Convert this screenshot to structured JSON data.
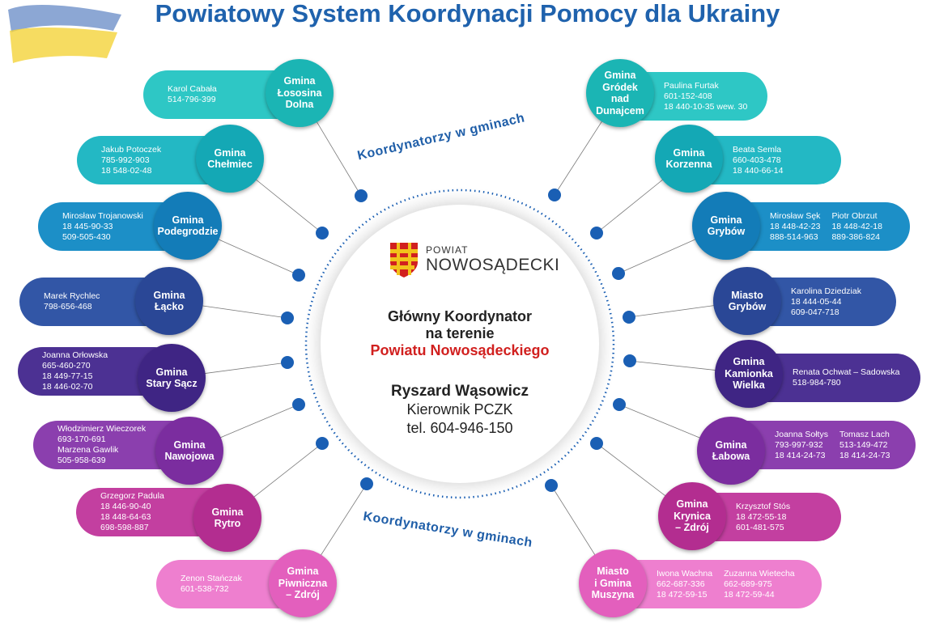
{
  "title": "Powiatowy System Koordynacji Pomocy dla Ukrainy",
  "arc_label_top": "Koordynatorzy w gminach",
  "arc_label_bottom": "Koordynatorzy w gminach",
  "center": {
    "logo_line1": "POWIAT",
    "logo_line2": "NOWOSĄDECKI",
    "heading_line1": "Główny Koordynator",
    "heading_line2": "na terenie",
    "heading_line3": "Powiatu Nowosądeckiego",
    "name": "Ryszard Wąsowicz",
    "role": "Kierownik PCZK",
    "phone": "tel. 604-946-150"
  },
  "colors": {
    "title": "#1f62ad",
    "accent_red": "#d1201f",
    "dot": "#1a5fb4"
  },
  "left": [
    {
      "name": [
        "Gmina",
        "Łososina",
        "Dolna"
      ],
      "color": "#2ec7c5",
      "circle_color": "#1bb5b4",
      "contacts": [
        [
          "Karol Cabała",
          "514-796-399"
        ]
      ]
    },
    {
      "name": [
        "Gmina",
        "Chełmiec"
      ],
      "color": "#23b8c4",
      "circle_color": "#14a8b5",
      "contacts": [
        [
          "Jakub Potoczek",
          "785-992-903",
          "18 548-02-48"
        ]
      ]
    },
    {
      "name": [
        "Gmina",
        "Podegrodzie"
      ],
      "color": "#1c8fc7",
      "circle_color": "#137cb8",
      "contacts": [
        [
          "Mirosław Trojanowski",
          "18 445-90-33",
          "509-505-430"
        ]
      ]
    },
    {
      "name": [
        "Gmina",
        "Łącko"
      ],
      "color": "#3256a6",
      "circle_color": "#2a4796",
      "contacts": [
        [
          "Marek Rychlec",
          "798-656-468"
        ]
      ]
    },
    {
      "name": [
        "Gmina",
        "Stary Sącz"
      ],
      "color": "#4c3193",
      "circle_color": "#3f2584",
      "contacts": [
        [
          "Joanna Orłowska",
          "665-460-270",
          "18 449-77-15",
          "18 446-02-70"
        ]
      ]
    },
    {
      "name": [
        "Gmina",
        "Nawojowa"
      ],
      "color": "#8b3fae",
      "circle_color": "#7b2d9f",
      "contacts": [
        [
          "Włodzimierz Wieczorek",
          "693-170-691",
          "Marzena Gawlik",
          "505-958-639"
        ]
      ]
    },
    {
      "name": [
        "Gmina",
        "Rytro"
      ],
      "color": "#c33fa0",
      "circle_color": "#b32d90",
      "contacts": [
        [
          "Grzegorz Padula",
          "18 446-90-40",
          "18 448-64-63",
          "698-598-887"
        ]
      ]
    },
    {
      "name": [
        "Gmina",
        "Piwniczna",
        "– Zdrój"
      ],
      "color": "#ee7fcf",
      "circle_color": "#e35fbd",
      "contacts": [
        [
          "Zenon Stańczak",
          "601-538-732"
        ]
      ]
    }
  ],
  "right": [
    {
      "name": [
        "Gmina",
        "Gródek",
        "nad",
        "Dunajcem"
      ],
      "color": "#2ec7c5",
      "circle_color": "#1bb5b4",
      "contacts": [
        [
          "Paulina Furtak",
          "601-152-408",
          "18 440-10-35 wew. 30"
        ]
      ]
    },
    {
      "name": [
        "Gmina",
        "Korzenna"
      ],
      "color": "#23b8c4",
      "circle_color": "#14a8b5",
      "contacts": [
        [
          "Beata Semla",
          "660-403-478",
          "18 440-66-14"
        ]
      ]
    },
    {
      "name": [
        "Gmina",
        "Grybów"
      ],
      "color": "#1c8fc7",
      "circle_color": "#137cb8",
      "contacts": [
        [
          "Mirosław Sęk",
          "18 448-42-23",
          "888-514-963"
        ],
        [
          "Piotr Obrzut",
          "18 448-42-18",
          "889-386-824"
        ]
      ]
    },
    {
      "name": [
        "Miasto",
        "Grybów"
      ],
      "color": "#3256a6",
      "circle_color": "#2a4796",
      "contacts": [
        [
          "Karolina Dziedziak",
          "18 444-05-44",
          "609-047-718"
        ]
      ]
    },
    {
      "name": [
        "Gmina",
        "Kamionka",
        "Wielka"
      ],
      "color": "#4c3193",
      "circle_color": "#3f2584",
      "contacts": [
        [
          "Renata Ochwat – Sadowska",
          "518-984-780"
        ]
      ]
    },
    {
      "name": [
        "Gmina",
        "Łabowa"
      ],
      "color": "#8b3fae",
      "circle_color": "#7b2d9f",
      "contacts": [
        [
          "Joanna Sołtys",
          "793-997-932",
          "18 414-24-73"
        ],
        [
          "Tomasz Lach",
          "513-149-472",
          "18 414-24-73"
        ]
      ]
    },
    {
      "name": [
        "Gmina",
        "Krynica",
        "– Zdrój"
      ],
      "color": "#c33fa0",
      "circle_color": "#b32d90",
      "contacts": [
        [
          "Krzysztof Stós",
          "18 472-55-18",
          "601-481-575"
        ]
      ]
    },
    {
      "name": [
        "Miasto",
        "i Gmina",
        "Muszyna"
      ],
      "color": "#ee7fcf",
      "circle_color": "#e35fbd",
      "contacts": [
        [
          "Iwona Wachna",
          "662-687-336",
          "18 472-59-15"
        ],
        [
          "Zuzanna Wietecha",
          "662-689-975",
          "18 472-59-44"
        ]
      ]
    }
  ]
}
